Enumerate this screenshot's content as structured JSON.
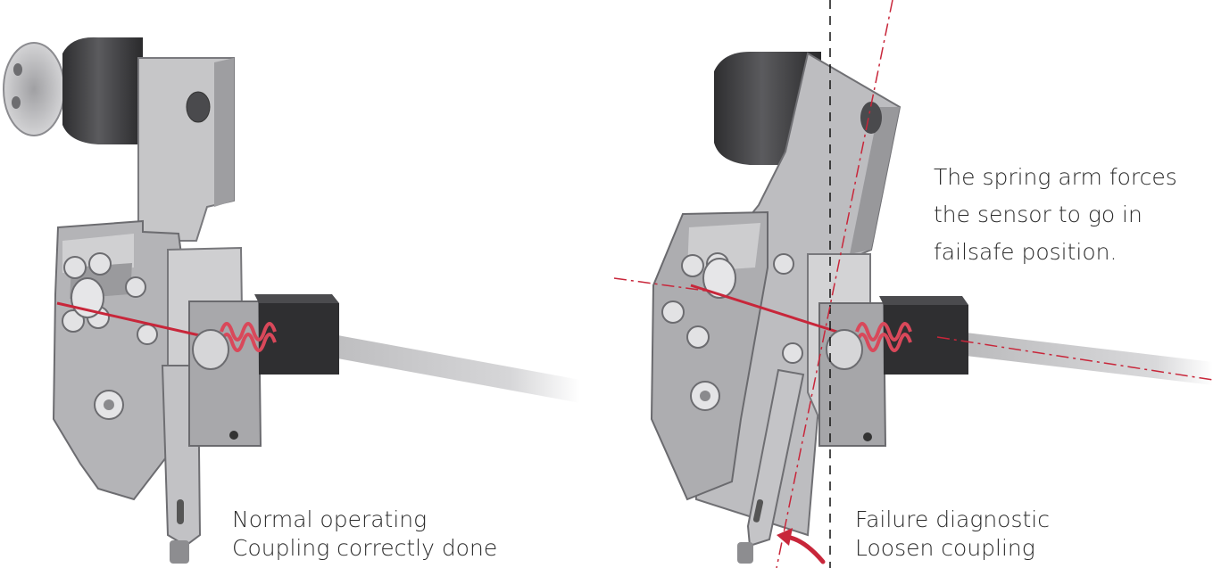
{
  "left_panel": {
    "caption_line1": "Normal operating",
    "caption_line2": "Coupling correctly done"
  },
  "right_panel": {
    "annotation_line1": "The spring arm forces",
    "annotation_line2": "the sensor to go in",
    "annotation_line3": "failsafe position.",
    "caption_line1": "Failure diagnostic",
    "caption_line2": "Loosen coupling"
  },
  "colors": {
    "metal_light": "#c9c9cb",
    "metal_mid": "#a7a7aa",
    "metal_dark": "#6e6e72",
    "motor_dark": "#3a3a3c",
    "sensor_block": "#333335",
    "spring_red": "#d9485a",
    "axis_red": "#c8263a",
    "arrow_red": "#c8263a",
    "text": "#2b2b2b"
  }
}
